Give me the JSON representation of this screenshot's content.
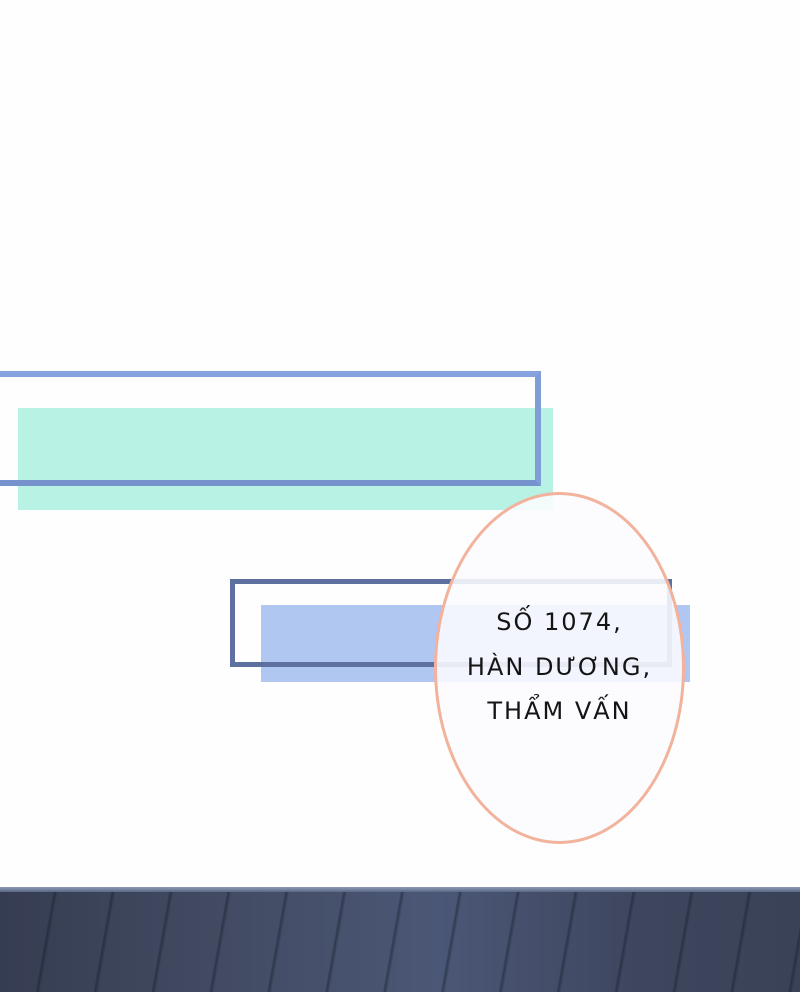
{
  "scene": {
    "background_color": "#fefefe",
    "colors": {
      "mint_fill": "#b8f2e4",
      "top_frame": "#86a3df",
      "blue_fill": "#afc7f1",
      "dark_frame": "#5d70a0",
      "bubble_outline": "#f2b29c",
      "floor": "#434c64"
    }
  },
  "speech_bubble": {
    "lines": [
      "Số 1074,",
      "Hàn Dương,",
      "Thẩm Vấn"
    ]
  }
}
